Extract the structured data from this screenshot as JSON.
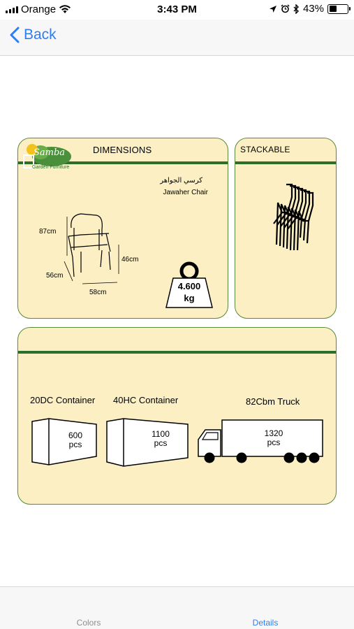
{
  "status_bar": {
    "carrier": "Orange",
    "time": "3:43 PM",
    "battery_percent": "43%",
    "battery_level": 0.43
  },
  "nav": {
    "back_label": "Back"
  },
  "colors": {
    "accent": "#2f7df6",
    "card_bg": "#fbefc3",
    "card_border": "#5a8a3a",
    "rule": "#2c6e2c"
  },
  "dimensions_card": {
    "brand_logo_text": "Samba",
    "brand_sub": "Garden Furniture",
    "title": "DIMENSIONS",
    "product_name_ar": "كرسي الجواهر",
    "product_name_en": "Jawaher Chair",
    "height_label": "87cm",
    "seat_height_label": "46cm",
    "depth_label": "56cm",
    "width_label": "58cm",
    "weight_value": "4.600",
    "weight_unit": "kg"
  },
  "stackable_card": {
    "title": "STACKABLE"
  },
  "shipping_card": {
    "container_20_label": "20DC Container",
    "container_20_qty": "600",
    "container_40_label": "40HC Container",
    "container_40_qty": "1100",
    "truck_label": "82Cbm Truck",
    "truck_qty": "1320",
    "unit": "pcs"
  },
  "tabs": [
    {
      "label": "Colors",
      "active": false
    },
    {
      "label": "Details",
      "active": true
    }
  ]
}
